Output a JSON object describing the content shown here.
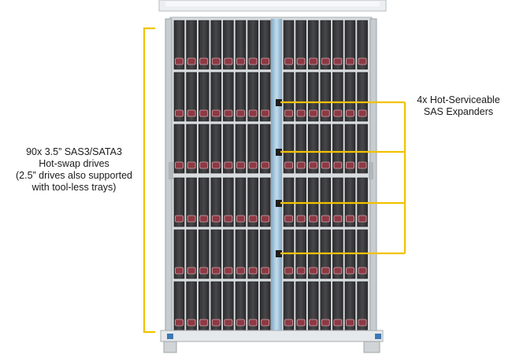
{
  "callouts": {
    "drives": {
      "lines": [
        "90x 3.5” SAS3/SATA3",
        "Hot-swap drives",
        "(2.5” drives also supported",
        "with tool-less trays)"
      ]
    },
    "expanders": {
      "lines": [
        "4x Hot-Serviceable",
        "SAS Expanders"
      ]
    }
  },
  "colors": {
    "callout_line": "#f2c200",
    "drive_body": "#3a3a3c",
    "drive_handle": "#8c3a44",
    "chassis": "#d9dde0",
    "center_spine": "#9fc1d9"
  }
}
